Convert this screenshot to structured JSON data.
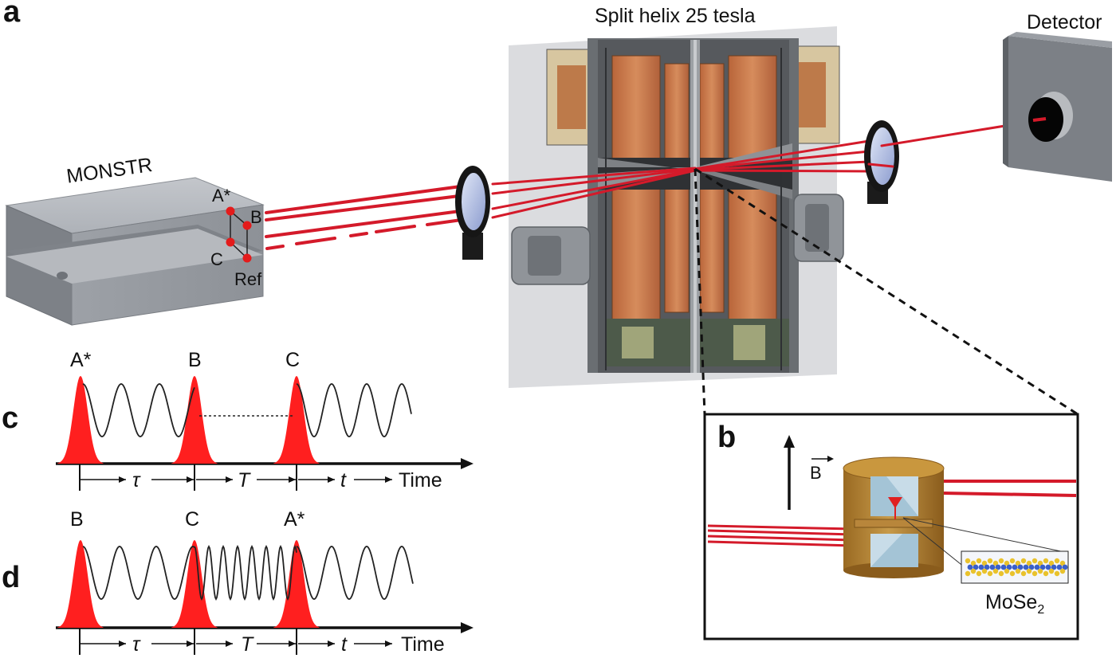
{
  "panels": {
    "a": "a",
    "b": "b",
    "c": "c",
    "d": "d"
  },
  "magnet": {
    "title": "Split helix 25 tesla"
  },
  "detector": {
    "label": "Detector"
  },
  "source": {
    "name": "MONSTR",
    "ports": {
      "a_star": "A*",
      "b": "B",
      "c": "C",
      "ref": "Ref"
    }
  },
  "inset": {
    "field_label": "B",
    "sample_label": "MoSe",
    "sample_subscript": "2"
  },
  "sequence_c": {
    "pulses": [
      "A*",
      "B",
      "C"
    ],
    "intervals": [
      "τ",
      "T",
      "t"
    ],
    "axis_label": "Time"
  },
  "sequence_d": {
    "pulses": [
      "B",
      "C",
      "A*"
    ],
    "intervals": [
      "τ",
      "T",
      "t"
    ],
    "axis_label": "Time"
  },
  "colors": {
    "beam": "#d41a2a",
    "pulse": "#ff1f1f",
    "housing": "#a4a8ae",
    "copper": "#c9794a",
    "sample_holder": "#b8863b"
  }
}
